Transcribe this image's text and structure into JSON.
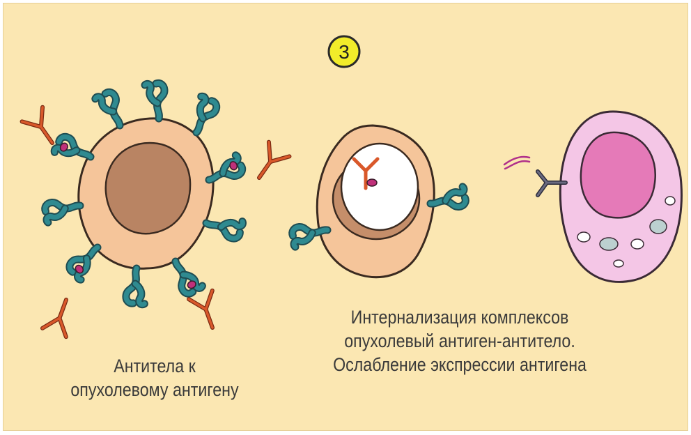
{
  "step_badge": {
    "label": "3",
    "color": "#f2ec2a"
  },
  "captions": {
    "left": {
      "line1": "Антитела к",
      "line2": "опухолевому антигену"
    },
    "right": {
      "line1": "Интернализация комплексов",
      "line2": "опухолевый антиген-антитело.",
      "line3": "Ослабление экспрессии антигена"
    }
  },
  "colors": {
    "background": "#fbe7b2",
    "cell_body": "#f5c59a",
    "nucleus": "#b98463",
    "antigen_receptor": "#2f8a90",
    "antibody": "#d9582a",
    "antigen": "#c0307a",
    "nk_cell": "#f4c6e6",
    "nk_nucleus": "#e57ab8"
  }
}
